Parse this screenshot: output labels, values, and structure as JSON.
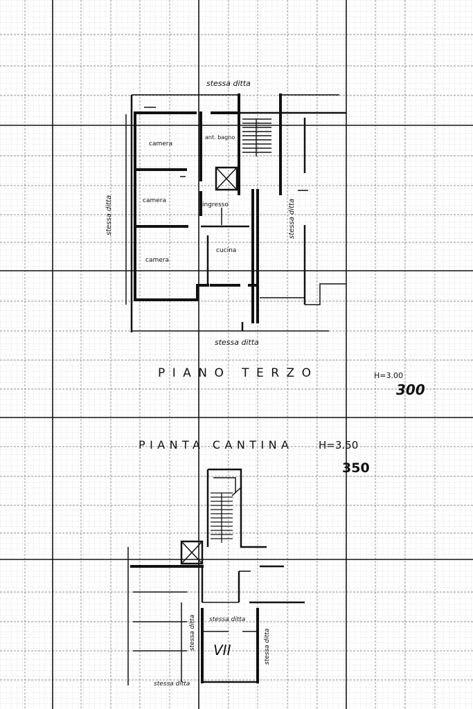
{
  "colors": {
    "ink": "#111111",
    "paper": "#ffffff",
    "grid_minor": "#9a9a9a",
    "grid_major": "#111111"
  },
  "piano_terzo": {
    "label_stessa_ditta_top": "stessa ditta",
    "label_stessa_ditta_left": "stessa ditta",
    "label_stessa_ditta_right": "stessa ditta",
    "label_stessa_ditta_bottom": "stessa ditta",
    "rooms": {
      "camera_1": "camera",
      "camera_2": "camera",
      "camera_3": "camera",
      "bagno": "ant. bagno",
      "ingresso": "ingresso",
      "cucina": "cucina"
    },
    "title": "PIANO TERZO",
    "height_label": "H=3.00",
    "height_value": "300"
  },
  "pianta_cantina": {
    "title": "PIANTA CANTINA",
    "height_label": "H=3.50",
    "height_value": "350",
    "label_stessa_ditta_1": "stessa ditta",
    "label_stessa_ditta_2": "stessa ditta",
    "label_stessa_ditta_3": "stessa ditta",
    "label_stessa_ditta_4": "stessa ditta",
    "unit_label": "VII"
  }
}
